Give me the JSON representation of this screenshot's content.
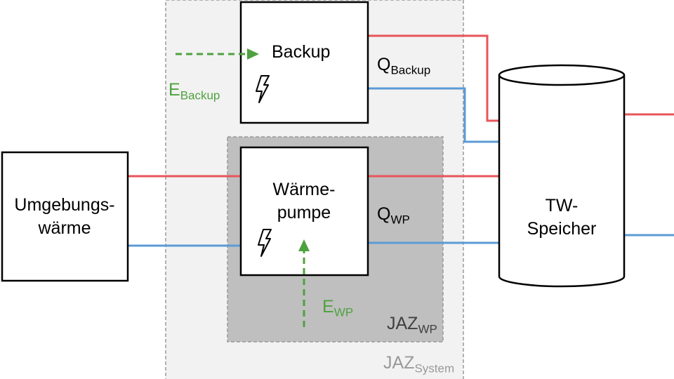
{
  "colors": {
    "hot": "#e8555b",
    "cold": "#5b9bd5",
    "energy": "#4ea23e",
    "system_bg": "#f2f2f2",
    "wp_bg": "#bfbfbf",
    "dash_border": "#999999",
    "system_label": "#999999",
    "wp_label": "#404040"
  },
  "nodes": {
    "umgebung": {
      "line1": "Umgebungs-",
      "line2": "wärme"
    },
    "backup": {
      "label": "Backup",
      "icon": "lightning-icon"
    },
    "waermepumpe": {
      "line1": "Wärme-",
      "line2": "pumpe",
      "icon": "lightning-icon"
    },
    "speicher": {
      "line1": "TW-",
      "line2": "Speicher"
    }
  },
  "labels": {
    "q_backup": {
      "main": "Q",
      "sub": "Backup"
    },
    "q_wp": {
      "main": "Q",
      "sub": "WP"
    },
    "e_backup": {
      "main": "E",
      "sub": "Backup"
    },
    "e_wp": {
      "main": "E",
      "sub": "WP"
    },
    "jaz_wp": {
      "main": "JAZ",
      "sub": "WP"
    },
    "jaz_system": {
      "main": "JAZ",
      "sub": "System"
    }
  }
}
